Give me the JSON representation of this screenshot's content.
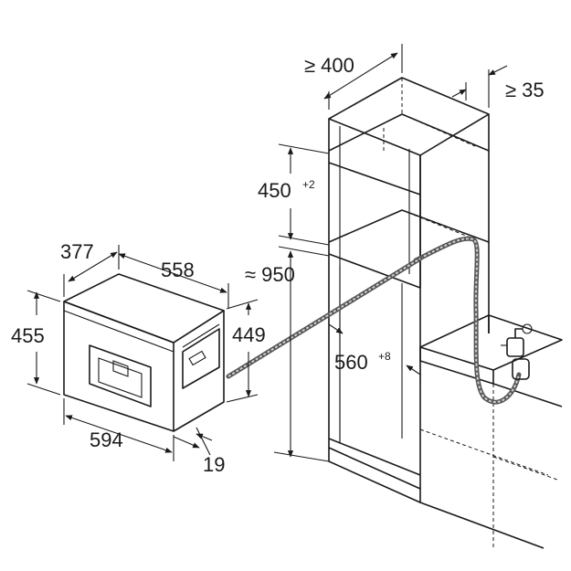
{
  "dimensions": {
    "cabinet_width": "≥ 400",
    "cabinet_wall": "≥ 35",
    "niche_height_base": "450",
    "niche_height_tol": "+2",
    "total_height": "≈ 950",
    "niche_depth_base": "560",
    "niche_depth_tol": "+8",
    "appliance_depth": "377",
    "appliance_side_depth": "558",
    "appliance_height": "455",
    "niche_opening_height": "449",
    "appliance_width": "594",
    "front_offset": "19"
  }
}
